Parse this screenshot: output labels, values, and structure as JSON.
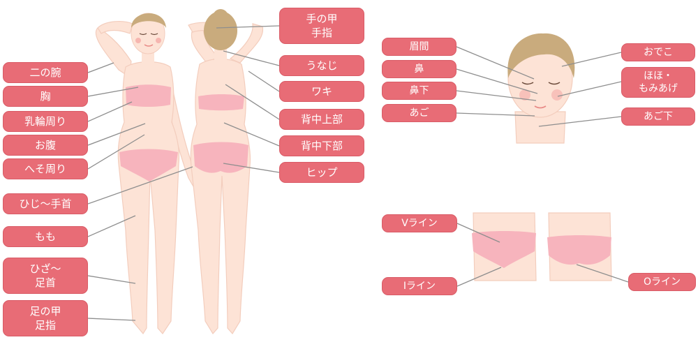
{
  "colors": {
    "label_bg": "#e86c76",
    "label_text": "#ffffff",
    "skin": "#fde3d6",
    "skin_shadow": "#f3cdbd",
    "underwear": "#f7b4bd",
    "hair": "#c9ab7d",
    "leader_line": "#8e8e8e"
  },
  "body_labels": {
    "left": [
      "二の腕",
      "胸",
      "乳輪周り",
      "お腹",
      "へそ周り",
      "ひじ〜手首",
      "もも",
      "ひざ〜\n足首",
      "足の甲\n足指"
    ],
    "right": [
      "手の甲\n手指",
      "うなじ",
      "ワキ",
      "背中上部",
      "背中下部",
      "ヒップ"
    ]
  },
  "face_labels": {
    "left": [
      "眉間",
      "鼻",
      "鼻下",
      "あご"
    ],
    "right": [
      "おでこ",
      "ほほ・\nもみあげ",
      "あご下"
    ]
  },
  "bikini_labels": {
    "v_line": "Vライン",
    "i_line": "Iライン",
    "o_line": "Oライン"
  }
}
